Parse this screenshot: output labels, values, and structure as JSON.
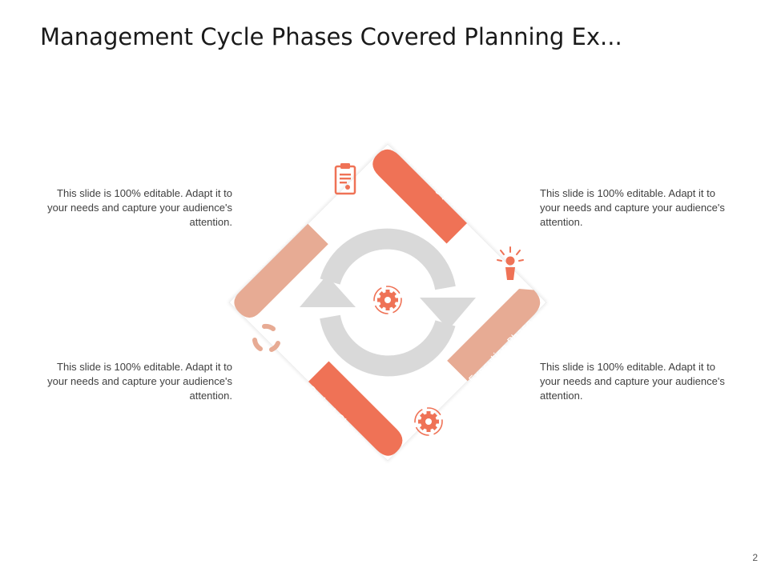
{
  "title": "Management Cycle Phases Covered Planning Ex...",
  "page_number": "2",
  "colors": {
    "accent_dark": "#EF7256",
    "accent_light": "#E7AB94",
    "cycle_gray": "#D9D9D9",
    "text": "#404040"
  },
  "phases": {
    "planning": "Planning phase",
    "execution": "Execution Phase",
    "closure": "Project Closure",
    "initiation": "Initiation Phase"
  },
  "icons": {
    "planning": "clipboard-icon",
    "execution": "person-idea-icon",
    "closure": "gear-cycle-icon",
    "initiation": "refresh-pieces-icon",
    "center": "gear-cycle-icon"
  },
  "descriptions": {
    "top_left": "This slide is 100% editable. Adapt it to your needs and capture your audience's attention.",
    "bottom_left": "This slide is 100% editable. Adapt it to your needs and capture your audience's attention.",
    "top_right": "This slide is 100% editable. Adapt it to your needs and capture your audience's attention.",
    "bottom_right": "This slide is 100% editable. Adapt it to your needs and capture your audience's attention."
  }
}
